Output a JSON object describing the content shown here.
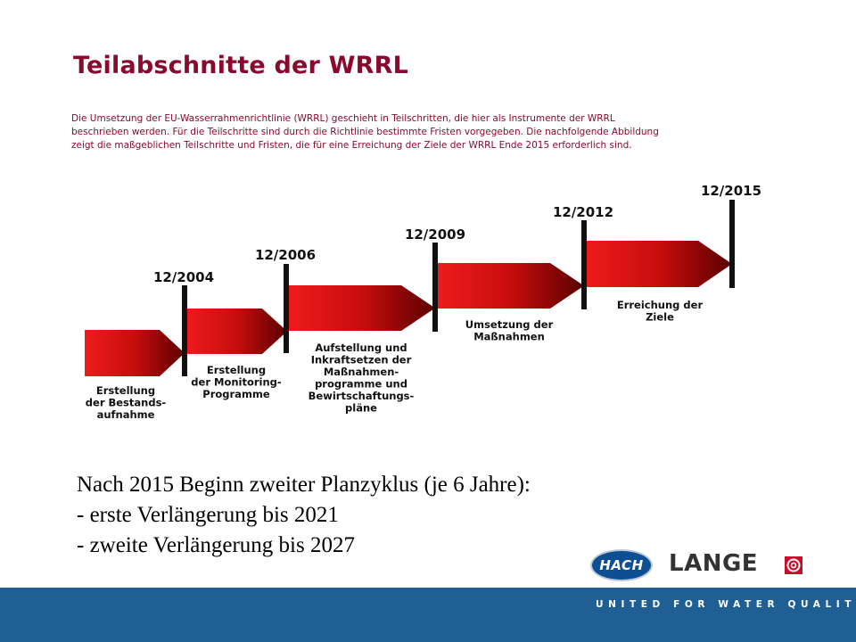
{
  "slide": {
    "title": "Teilabschnitte der WRRL",
    "intro_lines": [
      "Die Umsetzung der EU-Wasserrahmenrichtlinie (WRRL) geschieht in Teilschritten, die hier als Instrumente der WRRL",
      "beschrieben werden. Für die Teilschritte sind durch die Richtlinie bestimmte Fristen vorgegeben. Die nachfolgende Abbildung",
      "zeigt die maßgeblichen Teilschritte und Fristen, die für eine Erreichung der Ziele der WRRL Ende 2015 erforderlich sind."
    ],
    "milestones": [
      "12/2004",
      "12/2006",
      "12/2009",
      "12/2012",
      "12/2015"
    ],
    "steps": [
      {
        "lines": [
          "Erstellung",
          "der Bestands-",
          "aufnahme"
        ]
      },
      {
        "lines": [
          "Erstellung",
          "der Monitoring-",
          "Programme"
        ]
      },
      {
        "lines": [
          "Aufstellung und",
          "Inkraftsetzen der",
          "Maßnahmen-",
          "programme und",
          "Bewirtschaftungs-",
          "pläne"
        ]
      },
      {
        "lines": [
          "Umsetzung der",
          "Maßnahmen"
        ]
      },
      {
        "lines": [
          "Erreichung der",
          "Ziele"
        ]
      }
    ],
    "bottom_lines": [
      "Nach 2015 Beginn zweiter Planzyklus (je 6 Jahre):",
      "- erste Verlängerung bis 2021",
      "- zweite Verlängerung bis 2027"
    ]
  },
  "logo": {
    "hach": "HACH",
    "lange": "LANGE",
    "tagline": "UNITED FOR WATER QUALITY"
  },
  "colors": {
    "title": "#8a0a2e",
    "arrow_light": "#ee1c1c",
    "arrow_dark": "#5a0000",
    "footer": "#1f5f93"
  }
}
